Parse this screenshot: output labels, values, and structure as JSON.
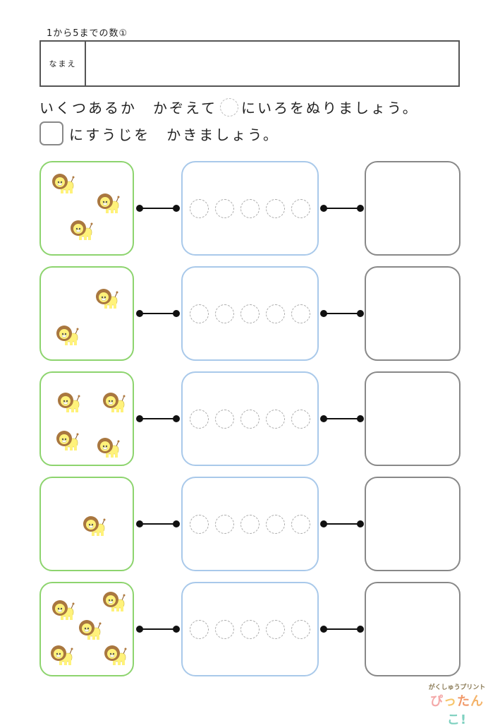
{
  "header": {
    "title": "1から5までの数①",
    "name_label": "なまえ"
  },
  "instructions": {
    "line1_before": "いくつあるか　かぞえて",
    "line1_after": "にいろをぬりましょう。",
    "line2_after": "にすうじを　かきましょう。"
  },
  "rows": [
    {
      "count": 3,
      "lions": [
        [
          14,
          14
        ],
        [
          78,
          42
        ],
        [
          40,
          80
        ]
      ]
    },
    {
      "count": 2,
      "lions": [
        [
          76,
          28
        ],
        [
          20,
          80
        ]
      ]
    },
    {
      "count": 4,
      "lions": [
        [
          22,
          26
        ],
        [
          86,
          26
        ],
        [
          20,
          80
        ],
        [
          78,
          90
        ]
      ]
    },
    {
      "count": 1,
      "lions": [
        [
          58,
          52
        ]
      ]
    },
    {
      "count": 5,
      "lions": [
        [
          14,
          22
        ],
        [
          86,
          10
        ],
        [
          52,
          50
        ],
        [
          12,
          86
        ],
        [
          88,
          86
        ]
      ]
    }
  ],
  "dots_per_row": 5,
  "colors": {
    "picture_border": "#8dd46e",
    "dots_border": "#a9c9ea",
    "answer_border": "#888888"
  },
  "logo": {
    "top": "がくしゅうプリント",
    "bottom": [
      "ぴ",
      "っ",
      "た",
      "ん",
      "こ",
      "!"
    ]
  }
}
